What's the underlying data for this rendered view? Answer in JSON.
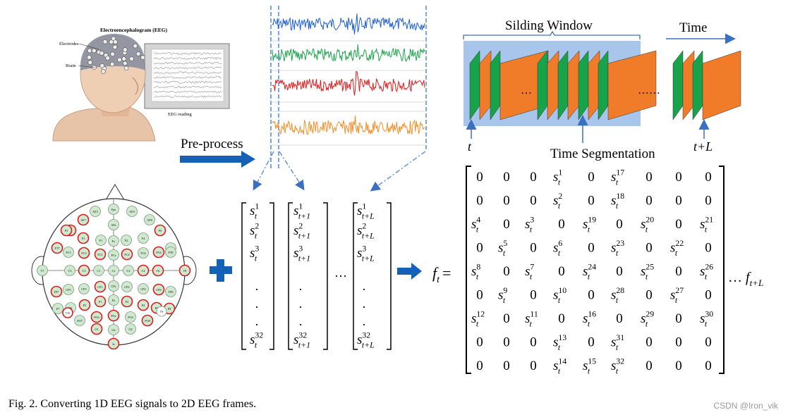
{
  "eeg_image": {
    "title": "Electroencephalogram (EEG)",
    "electrodes_label": "Electrodes",
    "brain_label": "Brain",
    "reading_label": "EEG reading"
  },
  "preprocess_label": "Pre-process",
  "signal_colors": [
    "#1f5fd6",
    "#1aa34a",
    "#e01b1b",
    "#f0902a"
  ],
  "sliding": {
    "window_label": "Silding Window",
    "time_label": "Time",
    "t_label": "t",
    "tL_label": "t+L",
    "segmentation_label": "Time Segmentation",
    "dots_a": "…",
    "dots_b": "……",
    "green": "#16a34a",
    "orange": "#f07c2a",
    "bg": "#a8c6ec"
  },
  "electrodes": {
    "labels": [
      "Fpz",
      "AF7",
      "AF3",
      "AFz",
      "AF4",
      "AF8",
      "F7",
      "F5",
      "F3",
      "F1",
      "Fz",
      "F2",
      "F4",
      "F6",
      "F8",
      "FT7",
      "FC5",
      "FC3",
      "FC1",
      "FCz",
      "FC2",
      "FC4",
      "FC6",
      "FT8",
      "T7",
      "C5",
      "C3",
      "C1",
      "Cz",
      "C2",
      "C4",
      "C6",
      "T8",
      "TP7",
      "CP5",
      "CP3",
      "CP1",
      "CPz",
      "CP2",
      "CP4",
      "CP6",
      "TP8",
      "P7",
      "P5",
      "P3",
      "P1",
      "Pz",
      "P2",
      "P4",
      "P6",
      "P8",
      "PO7",
      "PO3",
      "POz",
      "PO4",
      "PO8",
      "O1",
      "Oz",
      "O2",
      "Iz",
      "T9",
      "T10"
    ]
  },
  "vectors": {
    "col1": [
      "s_t^1",
      "s_t^2",
      "s_t^3",
      ".",
      ".",
      ".",
      "s_t^32"
    ],
    "col2": [
      "s_{t+1}^1",
      "s_{t+1}^2",
      "s_{t+1}^3",
      ".",
      ".",
      ".",
      "s_{t+1}^32"
    ],
    "col3": [
      "s_{t+L}^1",
      "s_{t+L}^2",
      "s_{t+L}^3",
      ".",
      ".",
      ".",
      "s_{t+L}^32"
    ],
    "ellipsis": "…"
  },
  "matrix": {
    "lhs": "f_t =",
    "trail": "… f_{t+L}",
    "rows": [
      [
        "0",
        "0",
        "0",
        "s1",
        "0",
        "s17",
        "0",
        "0",
        "0"
      ],
      [
        "0",
        "0",
        "0",
        "s2",
        "0",
        "s18",
        "0",
        "0",
        "0"
      ],
      [
        "s4",
        "0",
        "s3",
        "0",
        "s19",
        "0",
        "s20",
        "0",
        "s21"
      ],
      [
        "0",
        "s5",
        "0",
        "s6",
        "0",
        "s23",
        "0",
        "s22",
        "0"
      ],
      [
        "s8",
        "0",
        "s7",
        "0",
        "s24",
        "0",
        "s25",
        "0",
        "s26"
      ],
      [
        "0",
        "s9",
        "0",
        "s10",
        "0",
        "s28",
        "0",
        "s27",
        "0"
      ],
      [
        "s12",
        "0",
        "s11",
        "0",
        "s16",
        "0",
        "s29",
        "0",
        "s30"
      ],
      [
        "0",
        "0",
        "0",
        "s13",
        "0",
        "s31",
        "0",
        "0",
        "0"
      ],
      [
        "0",
        "0",
        "0",
        "s14",
        "s15",
        "s32",
        "0",
        "0",
        "0"
      ]
    ]
  },
  "caption": "Fig. 2.   Converting 1D EEG signals to 2D EEG frames.",
  "watermark": "CSDN @Iron_vik"
}
